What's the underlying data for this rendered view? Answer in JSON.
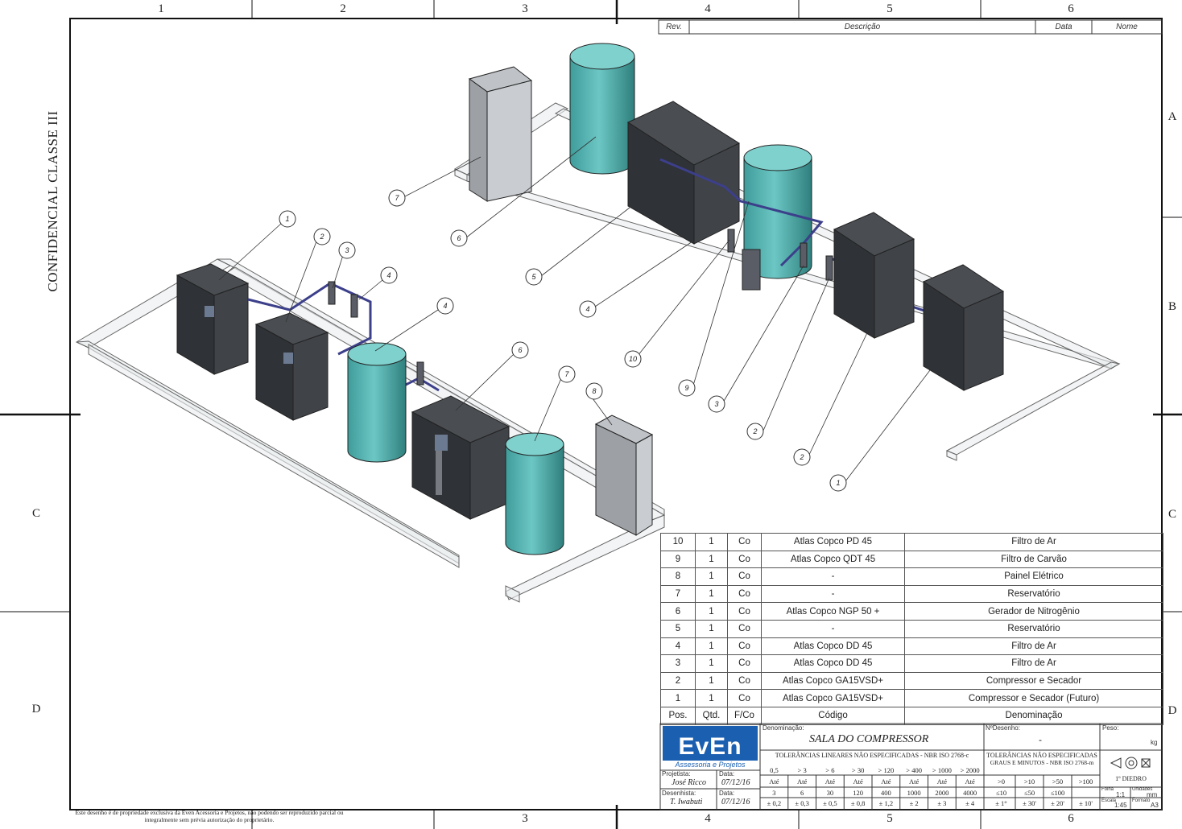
{
  "confidential": "CONFIDENCIAL CLASSE III",
  "zones": {
    "columns_top": [
      "1",
      "2",
      "3",
      "4",
      "5",
      "6"
    ],
    "columns_bottom": [
      "3",
      "4",
      "5",
      "6"
    ],
    "rows_left": [
      "C",
      "D"
    ],
    "rows_right": [
      "A",
      "B",
      "C",
      "D"
    ]
  },
  "revision_header": {
    "rev": "Rev.",
    "descricao": "Descrição",
    "data": "Data",
    "nome": "Nome"
  },
  "callouts": {
    "left": [
      "1",
      "2",
      "3",
      "4",
      "4",
      "6",
      "7",
      "8"
    ],
    "right": [
      "7",
      "6",
      "5",
      "4",
      "10",
      "9",
      "3",
      "2",
      "2",
      "1"
    ]
  },
  "bom": {
    "rows": [
      {
        "pos": "10",
        "qtd": "1",
        "fco": "Co",
        "codigo": "Atlas Copco PD 45",
        "denominacao": "Filtro de Ar"
      },
      {
        "pos": "9",
        "qtd": "1",
        "fco": "Co",
        "codigo": "Atlas Copco QDT 45",
        "denominacao": "Filtro de Carvão"
      },
      {
        "pos": "8",
        "qtd": "1",
        "fco": "Co",
        "codigo": "-",
        "denominacao": "Painel Elétrico"
      },
      {
        "pos": "7",
        "qtd": "1",
        "fco": "Co",
        "codigo": "-",
        "denominacao": "Reservatório"
      },
      {
        "pos": "6",
        "qtd": "1",
        "fco": "Co",
        "codigo": "Atlas Copco NGP 50 +",
        "denominacao": "Gerador de Nitrogênio"
      },
      {
        "pos": "5",
        "qtd": "1",
        "fco": "Co",
        "codigo": "-",
        "denominacao": "Reservatório"
      },
      {
        "pos": "4",
        "qtd": "1",
        "fco": "Co",
        "codigo": "Atlas Copco DD 45",
        "denominacao": "Filtro de Ar"
      },
      {
        "pos": "3",
        "qtd": "1",
        "fco": "Co",
        "codigo": "Atlas Copco DD 45",
        "denominacao": "Filtro de Ar"
      },
      {
        "pos": "2",
        "qtd": "1",
        "fco": "Co",
        "codigo": "Atlas Copco GA15VSD+",
        "denominacao": "Compressor e Secador"
      },
      {
        "pos": "1",
        "qtd": "1",
        "fco": "Co",
        "codigo": "Atlas Copco GA15VSD+",
        "denominacao": "Compressor e Secador (Futuro)"
      }
    ],
    "header": {
      "pos": "Pos.",
      "qtd": "Qtd.",
      "fco": "F/Co",
      "codigo": "Código",
      "denominacao": "Denominação"
    }
  },
  "title_block": {
    "logo_text": "EvEn",
    "logo_sub": "Assessoria e Projetos",
    "denominacao_label": "Denominação:",
    "denominacao": "SALA DO COMPRESSOR",
    "desenho_label": "NºDesenho:",
    "desenho": "-",
    "peso_label": "Peso:",
    "peso_unit": "kg",
    "projetista_label": "Projetista:",
    "projetista": "José Ricco",
    "data_label": "Data:",
    "data1": "07/12/16",
    "desenhista_label": "Desenhista:",
    "desenhista": "T. Iwabuti",
    "data2": "07/12/16",
    "tol_lin_title": "TOLERÂNCIAS LINEARES NÃO ESPECIFICADAS - NBR ISO 2768-c",
    "tol_lin_head": [
      "0,5",
      "> 3",
      "> 6",
      "> 30",
      "> 120",
      "> 400",
      "> 1000",
      "> 2000"
    ],
    "tol_lin_ate": [
      "Até",
      "Até",
      "Até",
      "Até",
      "Até",
      "Até",
      "Até",
      "Até"
    ],
    "tol_lin_vals": [
      "3",
      "6",
      "30",
      "120",
      "400",
      "1000",
      "2000",
      "4000"
    ],
    "tol_lin_tol": [
      "± 0,2",
      "± 0,3",
      "± 0,5",
      "± 0,8",
      "± 1,2",
      "± 2",
      "± 3",
      "± 4"
    ],
    "tol_ang_title1": "TOLERÂNCIAS NÃO ESPECIFICADAS",
    "tol_ang_title2": "GRAUS E MINUTOS - NBR ISO 2768-m",
    "tol_ang_head": [
      ">0",
      ">10",
      ">50",
      ">100"
    ],
    "tol_ang_vals": [
      "≤10",
      "≤50",
      "≤100",
      ""
    ],
    "tol_ang_tol": [
      "± 1°",
      "± 30'",
      "± 20'",
      "± 10'"
    ],
    "diedro": "1º DIEDRO",
    "folha_label": "Folha",
    "folha": "1:1",
    "unidades_label": "Unidades",
    "unidades": "mm",
    "escala_label": "Escala",
    "escala": "1:45",
    "formato_label": "Formato",
    "formato": "A3"
  },
  "notice": "Este desenho é de propriedade exclusiva da Even Acessoria e Projetos, não podendo ser reproduzido parcial ou integralmente sem prévia autorização do proprietário."
}
